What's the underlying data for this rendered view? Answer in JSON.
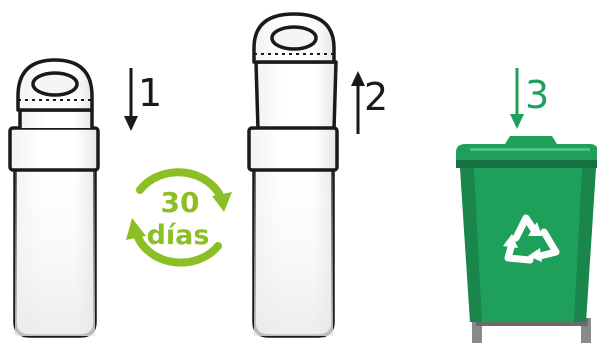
{
  "steps": [
    {
      "number": "1",
      "direction": "down",
      "color": "#1a1a1a"
    },
    {
      "number": "2",
      "direction": "up",
      "color": "#1a1a1a"
    },
    {
      "number": "3",
      "direction": "down",
      "color": "#1fa05a"
    }
  ],
  "cycle": {
    "value": "30",
    "unit": "días",
    "color": "#8cbf26"
  },
  "bin": {
    "color": "#1fa05a",
    "dark_color": "#15713f",
    "icon": "recycle-icon"
  },
  "colors": {
    "outline": "#1a1a1a",
    "tube_fill": "#ffffff",
    "tube_shade": "#e4e4e4"
  }
}
